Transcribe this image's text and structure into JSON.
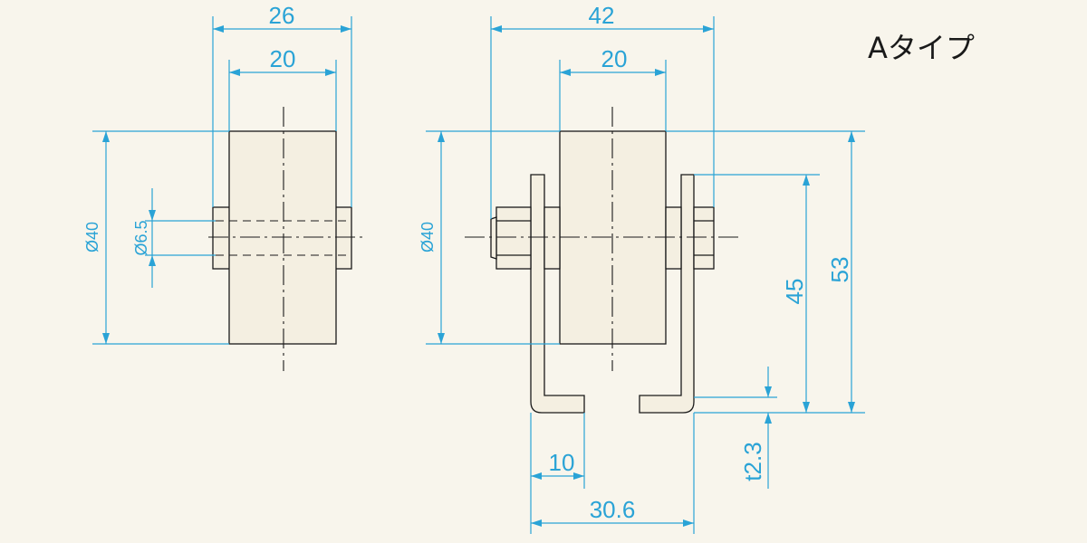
{
  "title": "Aタイプ",
  "colors": {
    "dimension": "#2aa3d6",
    "outline": "#1a1a1a",
    "background": "#f8f5ec"
  },
  "left_view": {
    "width_overall": "26",
    "width_roller": "20",
    "diameter_roller": "Ø40",
    "diameter_shaft": "Ø6.5"
  },
  "right_view": {
    "width_overall": "42",
    "width_roller": "20",
    "diameter_roller": "Ø40",
    "height_axle": "45",
    "height_overall": "53",
    "flange_width": "10",
    "thickness": "t2.3",
    "base_width": "30.6"
  }
}
